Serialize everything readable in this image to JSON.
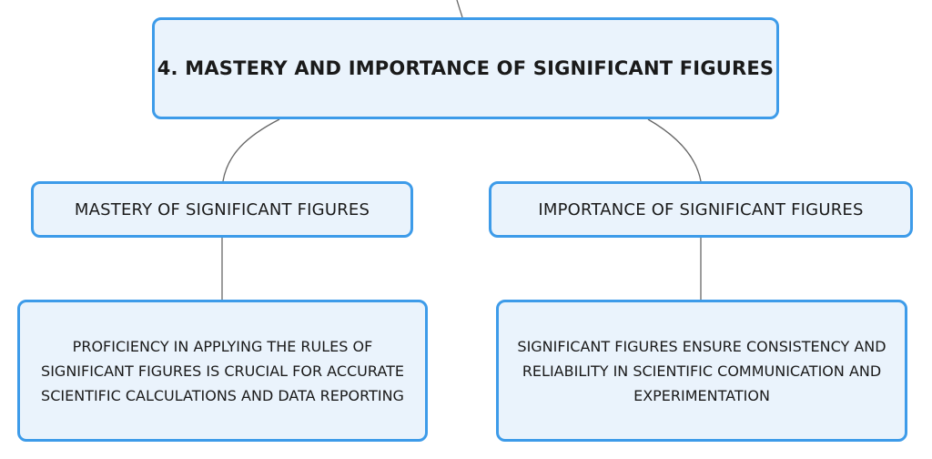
{
  "diagram": {
    "root": {
      "label": "4. MASTERY AND IMPORTANCE OF SIGNIFICANT FIGURES"
    },
    "branches": [
      {
        "label": "MASTERY OF SIGNIFICANT FIGURES",
        "detail": "PROFICIENCY IN APPLYING THE RULES OF SIGNIFICANT FIGURES IS CRUCIAL FOR ACCURATE SCIENTIFIC CALCULATIONS AND DATA REPORTING"
      },
      {
        "label": "IMPORTANCE OF SIGNIFICANT FIGURES",
        "detail": "SIGNIFICANT FIGURES ENSURE CONSISTENCY AND RELIABILITY IN SCIENTIFIC COMMUNICATION AND EXPERIMENTATION"
      }
    ]
  },
  "colors": {
    "node_fill": "#eaf3fc",
    "node_border": "#3d9be9",
    "connector": "#666666",
    "text": "#1a1a1a"
  }
}
